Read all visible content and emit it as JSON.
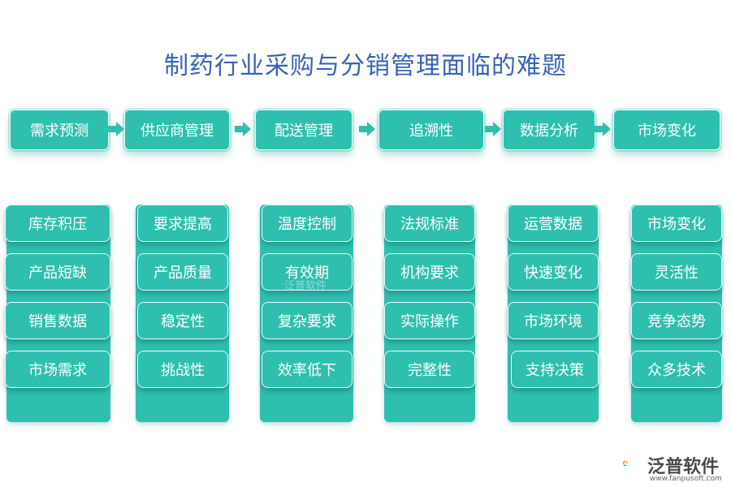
{
  "title": "制药行业采购与分销管理面临的难题",
  "flow": [
    {
      "label": "需求预测"
    },
    {
      "label": "供应商管理"
    },
    {
      "label": "配送管理"
    },
    {
      "label": "追溯性"
    },
    {
      "label": "数据分析"
    },
    {
      "label": "市场变化"
    }
  ],
  "columns": [
    {
      "items": [
        "库存积压",
        "产品短缺",
        "销售数据",
        "市场需求"
      ]
    },
    {
      "items": [
        "要求提高",
        "产品质量",
        "稳定性",
        "挑战性"
      ]
    },
    {
      "items": [
        "温度控制",
        "有效期",
        "复杂要求",
        "效率低下"
      ]
    },
    {
      "items": [
        "法规标准",
        "机构要求",
        "实际操作",
        "完整性"
      ]
    },
    {
      "items": [
        "运营数据",
        "快速变化",
        "市场环境",
        "支持决策"
      ]
    },
    {
      "items": [
        "市场变化",
        "灵活性",
        "竞争态势",
        "众多技术"
      ]
    }
  ],
  "watermark": "泛普软件",
  "brand": {
    "name": "泛普软件",
    "url": "www.fanpusoft.com",
    "logo_colors": [
      "#e8413a",
      "#2a9fd6",
      "#f2b71c"
    ]
  },
  "colors": {
    "teal": "#2fbfaf",
    "title": "#3a63b6"
  }
}
